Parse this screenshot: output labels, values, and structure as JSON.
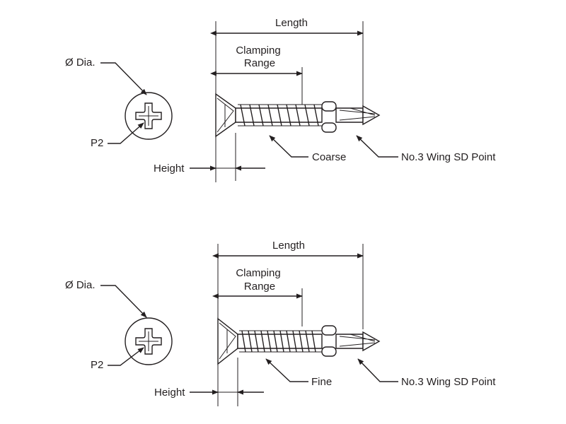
{
  "diagrams": [
    {
      "length_label": "Length",
      "clamping_label_line1": "Clamping",
      "clamping_label_line2": "Range",
      "diameter_label": "Ø Dia.",
      "drive_label": "P2",
      "height_label": "Height",
      "thread_label": "Coarse",
      "point_label": "No.3 Wing SD Point"
    },
    {
      "length_label": "Length",
      "clamping_label_line1": "Clamping",
      "clamping_label_line2": "Range",
      "diameter_label": "Ø Dia.",
      "drive_label": "P2",
      "height_label": "Height",
      "thread_label": "Fine",
      "point_label": "No.3 Wing SD Point"
    }
  ]
}
